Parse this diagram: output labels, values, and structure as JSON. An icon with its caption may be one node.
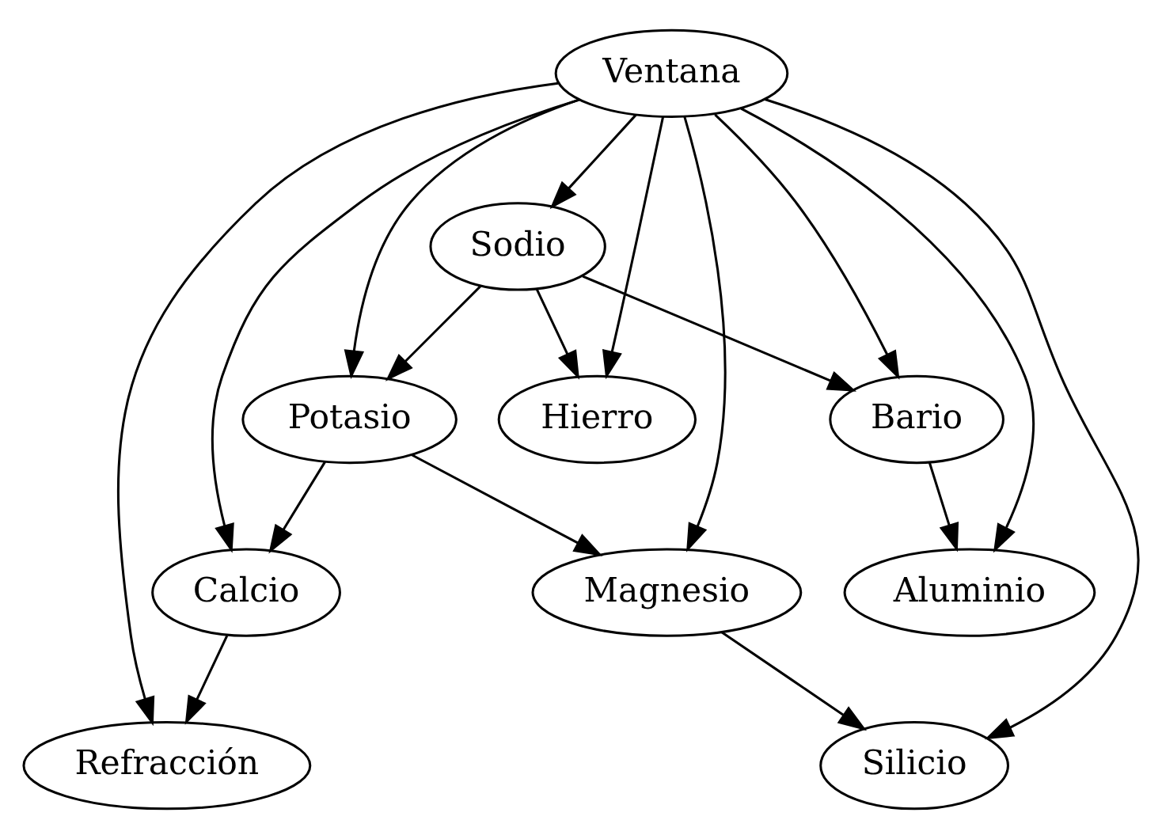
{
  "diagram": {
    "nodes": [
      {
        "text": [
          "Ventana"
        ]
      },
      {
        "text": [
          "Sodio"
        ]
      },
      {
        "text": [
          "Potasio"
        ]
      },
      {
        "text": [
          "Hierro"
        ]
      },
      {
        "text": [
          "Bario"
        ]
      },
      {
        "text": [
          "Calcio"
        ]
      },
      {
        "text": [
          "Magnesio"
        ]
      },
      {
        "text": [
          "Aluminio"
        ]
      },
      {
        "text": [
          "Refracción"
        ]
      },
      {
        "text": [
          "Silicio"
        ]
      }
    ],
    "edges": [
      {
        "from": 0,
        "to": 1,
        "arrow": "to"
      },
      {
        "from": 0,
        "to": 2,
        "arrow": "to"
      },
      {
        "from": 0,
        "to": 3,
        "arrow": "to"
      },
      {
        "from": 0,
        "to": 4,
        "arrow": "to"
      },
      {
        "from": 0,
        "to": 5,
        "arrow": "to"
      },
      {
        "from": 0,
        "to": 6,
        "arrow": "to"
      },
      {
        "from": 0,
        "to": 7,
        "arrow": "to"
      },
      {
        "from": 0,
        "to": 8,
        "arrow": "to"
      },
      {
        "from": 0,
        "to": 9,
        "arrow": "to"
      },
      {
        "from": 1,
        "to": 2,
        "arrow": "to"
      },
      {
        "from": 1,
        "to": 3,
        "arrow": "to"
      },
      {
        "from": 1,
        "to": 4,
        "arrow": "to"
      },
      {
        "from": 2,
        "to": 5,
        "arrow": "to"
      },
      {
        "from": 2,
        "to": 6,
        "arrow": "to"
      },
      {
        "from": 4,
        "to": 7,
        "arrow": "to"
      },
      {
        "from": 5,
        "to": 8,
        "arrow": "to"
      },
      {
        "from": 6,
        "to": 9,
        "arrow": "to"
      }
    ]
  }
}
